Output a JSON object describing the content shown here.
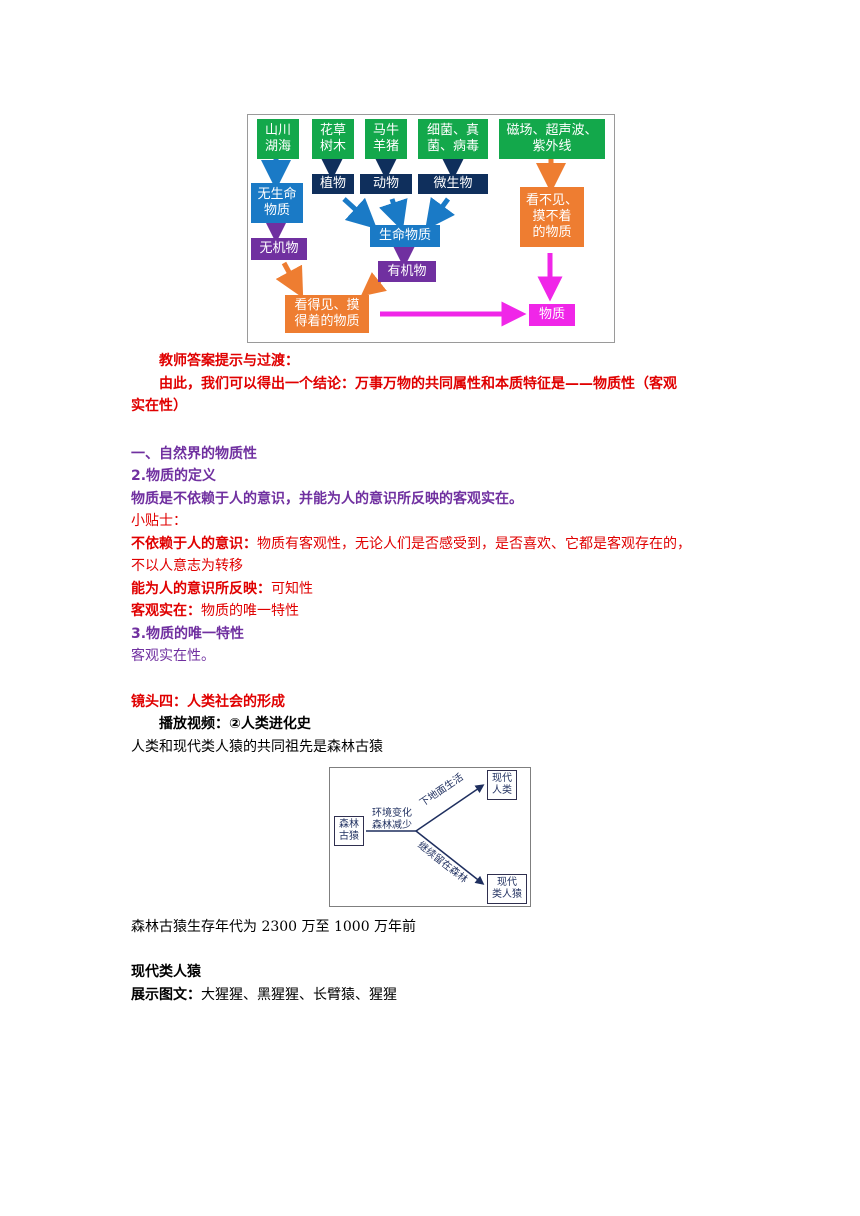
{
  "flowchart": {
    "boxes": {
      "mountains": "山川\n湖海",
      "plants_top": "花草\n树木",
      "animals_top": "马牛\n羊猪",
      "microbes_top": "细菌、真\n菌、病毒",
      "invisible_top": "磁场、超声波、\n紫外线",
      "nonliving": "无生命\n物质",
      "plants": "植物",
      "animals": "动物",
      "microbes": "微生物",
      "living": "生命物质",
      "inorganic": "无机物",
      "organic": "有机物",
      "invisible": "看不见、\n摸不着\n的物质",
      "visible": "看得见、摸\n得着的物质",
      "matter": "物质"
    },
    "colors": {
      "green": "#13a84b",
      "navy": "#0f2f5c",
      "blue": "#1a7ac6",
      "purple": "#7030a0",
      "orange": "#ee7d31",
      "magenta": "#f026e8"
    }
  },
  "text": {
    "teacher_hint": "教师答案提示与过渡：",
    "conclusion_l1": "由此，我们可以得出一个结论：万事万物的共同属性和本质特征是——物质性（客观",
    "conclusion_l2": "实在性）",
    "section1": "一、自然界的物质性",
    "def_title": "2.物质的定义",
    "def_body": "物质是不依赖于人的意识，并能为人的意识所反映的客观实在。",
    "tip_label": "小贴士：",
    "tip1_bold": "不依赖于人的意识：",
    "tip1_body_l1": "物质有客观性，无论人们是否感受到，是否喜欢、它都是客观存在的，",
    "tip1_body_l2": "不以人意志为转移",
    "tip2_bold": "能为人的意识所反映：",
    "tip2_body": "可知性",
    "tip3_bold": "客观实在：",
    "tip3_body": "物质的唯一特性",
    "unique_title": "3.物质的唯一特性",
    "unique_body": "客观实在性。",
    "shot4": "镜头四：人类社会的形成",
    "video": "播放视频：②人类进化史",
    "ancestor": "人类和现代类人猿的共同祖先是森林古猿",
    "era": "森林古猿生存年代为 2300 万至 1000 万年前",
    "apes_title": "现代类人猿",
    "show_label": "展示图文：",
    "show_body": "大猩猩、黑猩猩、长臂猿、猩猩"
  },
  "evolution": {
    "forest_ape": "森林\n古猿",
    "env_change": "环境变化\n森林减少",
    "ground": "下地面生活",
    "forest": "继续留在森林",
    "modern_human": "现代\n人类",
    "modern_ape": "现代\n类人猿"
  }
}
